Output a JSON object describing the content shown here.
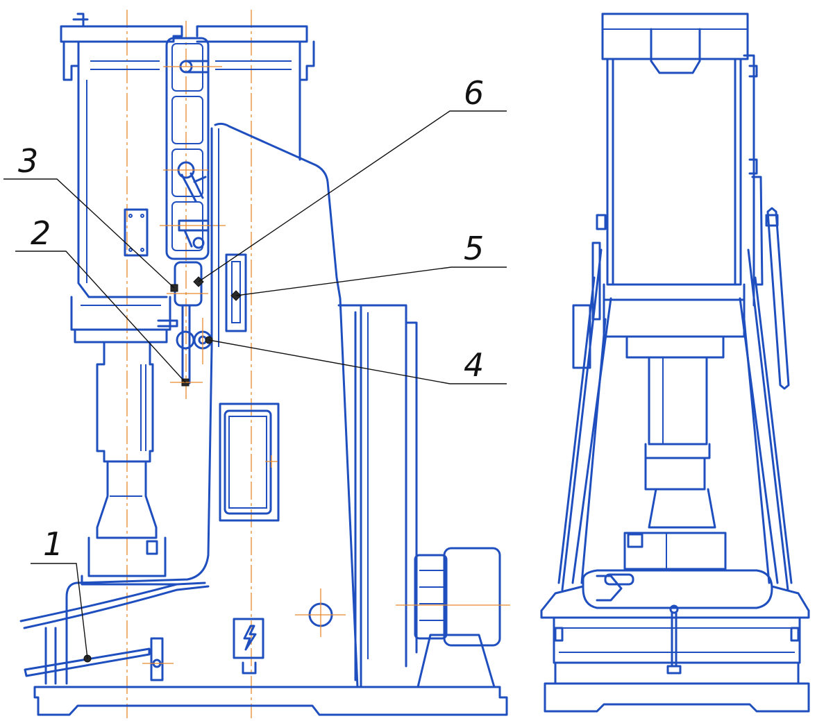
{
  "colors": {
    "outline": "#1f4fbf",
    "axis": "#e8892b",
    "leader": "#111111"
  },
  "callouts": [
    {
      "id": "1",
      "label": "1"
    },
    {
      "id": "2",
      "label": "2"
    },
    {
      "id": "3",
      "label": "3"
    },
    {
      "id": "4",
      "label": "4"
    },
    {
      "id": "5",
      "label": "5"
    },
    {
      "id": "6",
      "label": "6"
    }
  ],
  "icons": {
    "electric_hazard": "lightning-bolt-icon"
  }
}
